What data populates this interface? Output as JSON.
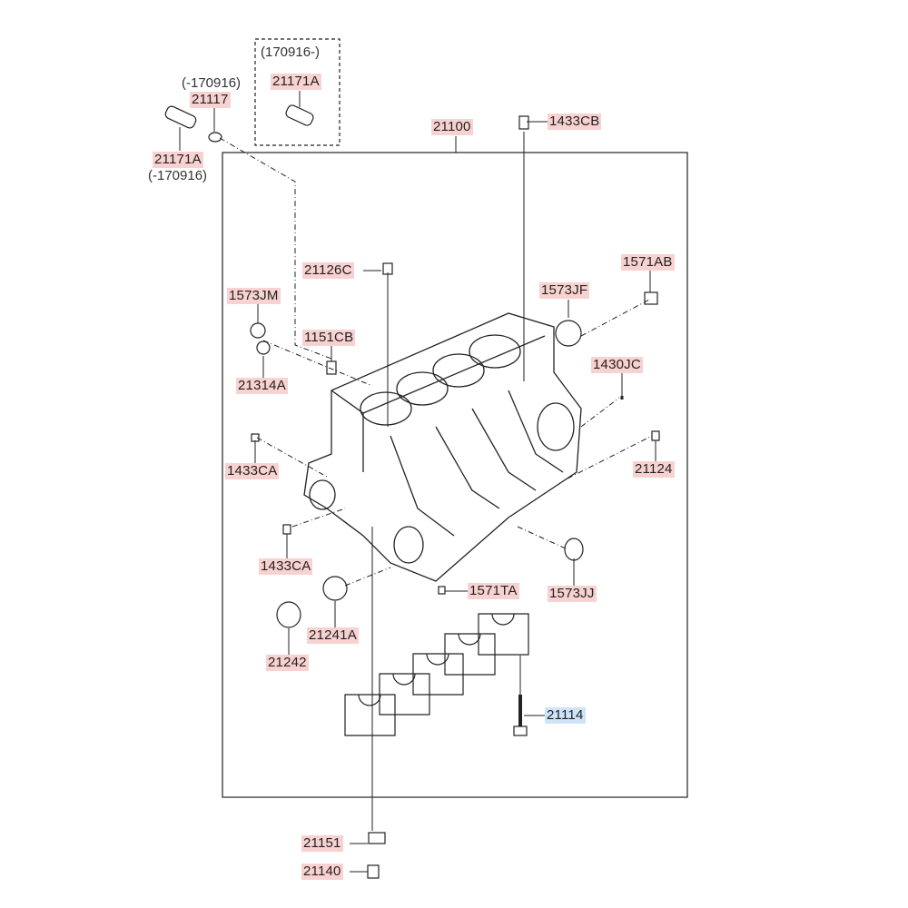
{
  "notes": {
    "after": "(170916-)",
    "before_top": "(-170916)",
    "before_bottom": "(-170916)"
  },
  "labels": {
    "p21171A_new": "21171A",
    "p21117": "21117",
    "p21171A_old": "21171A",
    "p21100": "21100",
    "p1433CB": "1433CB",
    "p21126C": "21126C",
    "p1571AB": "1571AB",
    "p1573JM": "1573JM",
    "p1573JF": "1573JF",
    "p1151CB": "1151CB",
    "p1430JC": "1430JC",
    "p21314A": "21314A",
    "p1433CA_a": "1433CA",
    "p21124": "21124",
    "p1433CA_b": "1433CA",
    "p1571TA": "1571TA",
    "p1573JJ": "1573JJ",
    "p21241A": "21241A",
    "p21242": "21242",
    "p21114": "21114",
    "p21151": "21151",
    "p21140": "21140"
  },
  "colors": {
    "part_label": "#f8d2d0",
    "selected_label": "#cfe3f8"
  }
}
